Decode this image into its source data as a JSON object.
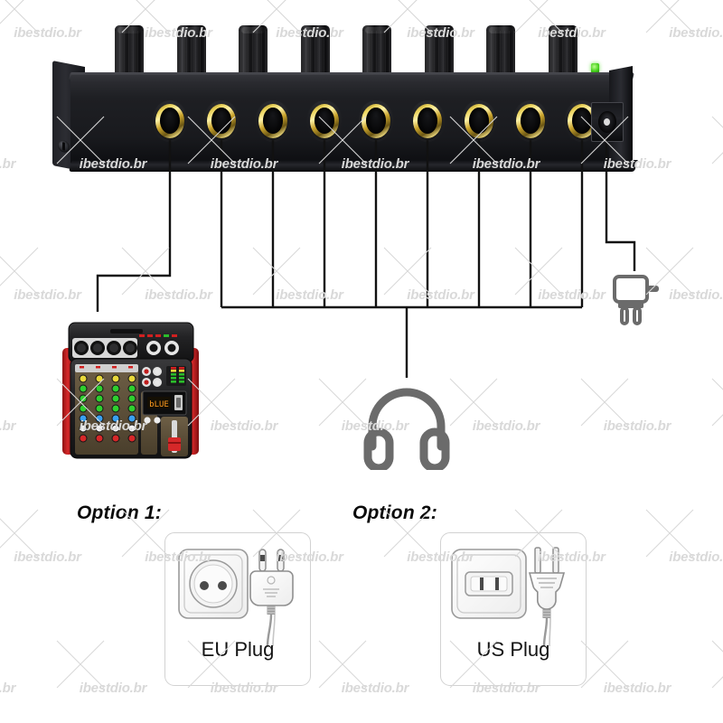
{
  "meta": {
    "title": "8-Channel Headphone Amplifier Connection Diagram",
    "background_color": "#ffffff"
  },
  "watermark": {
    "text": "ibestdio.br",
    "color": "#d9d9d9",
    "tile_size": 145,
    "pattern": "diagonal-x-and-text"
  },
  "device": {
    "name": "8-channel-headphone-amplifier",
    "knob_count": 8,
    "knob_label": "volume-knob",
    "jack_count": 9,
    "jack_label": "audio-jack",
    "jack_color": "#e8cf55",
    "led": {
      "name": "power-led",
      "color": "#45d01c"
    },
    "dc_socket_label": "dc-power-socket",
    "chassis_color": "#1e1f23",
    "rack_screw_count": 2
  },
  "wires": {
    "color": "#111111",
    "stroke_width": 2.4,
    "input_wire_label": "input-connection-line",
    "output_bus_label": "output-bus-line",
    "power_wire_label": "power-connection-line"
  },
  "peripherals": {
    "mixer": {
      "name": "audio-mixer",
      "body_color": "#1c1c1e",
      "accent_color": "#c81f20",
      "display_text": "bLUE",
      "channel_count": 4
    },
    "headphone": {
      "name": "headphone-icon",
      "color": "#6b6b6b"
    },
    "adapter": {
      "name": "power-adapter-icon",
      "color": "#6b6b6b"
    }
  },
  "options": [
    {
      "label": "Option 1:",
      "card_name": "eu-plug-card",
      "caption": "EU Plug",
      "socket_type": "eu-socket",
      "plug_type": "eu-plug",
      "prong_count": 2,
      "prong_shape": "round"
    },
    {
      "label": "Option 2:",
      "card_name": "us-plug-card",
      "caption": "US Plug",
      "socket_type": "us-socket",
      "plug_type": "us-plug",
      "prong_count": 2,
      "prong_shape": "flat"
    }
  ]
}
